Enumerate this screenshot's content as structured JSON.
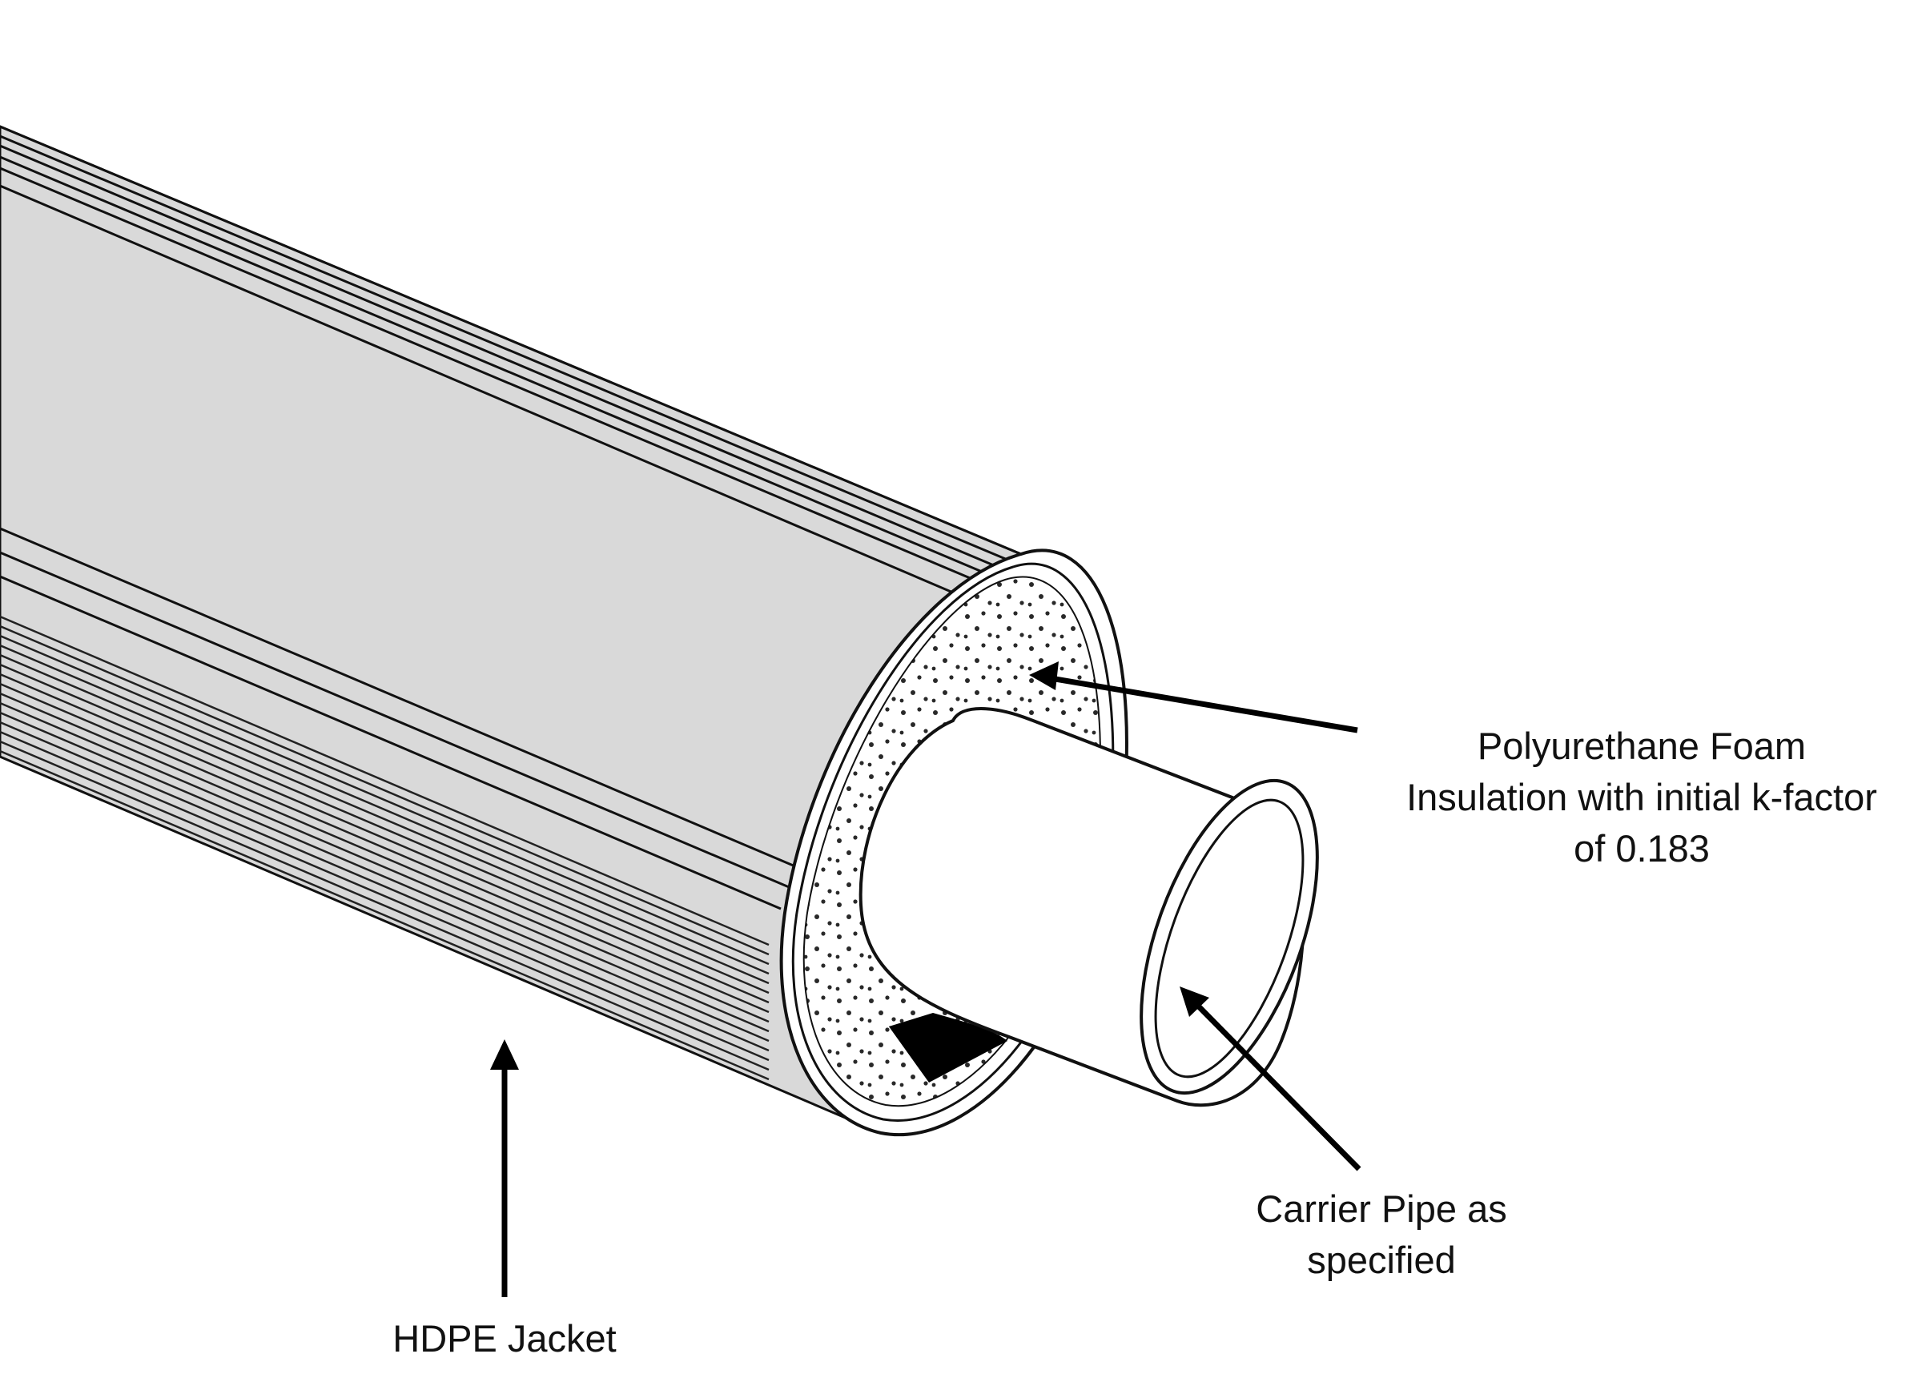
{
  "labels": {
    "foam": {
      "line1": "Polyurethane Foam",
      "line2": "Insulation with initial k-factor",
      "line3": "of 0.183"
    },
    "carrier": {
      "line1": "Carrier Pipe as",
      "line2": "specified"
    },
    "jacket": {
      "line1": "HDPE Jacket"
    }
  },
  "colors": {
    "jacket_fill": "#d9d9d9",
    "line": "#111111",
    "background": "#ffffff",
    "pipe_fill": "#ffffff"
  }
}
